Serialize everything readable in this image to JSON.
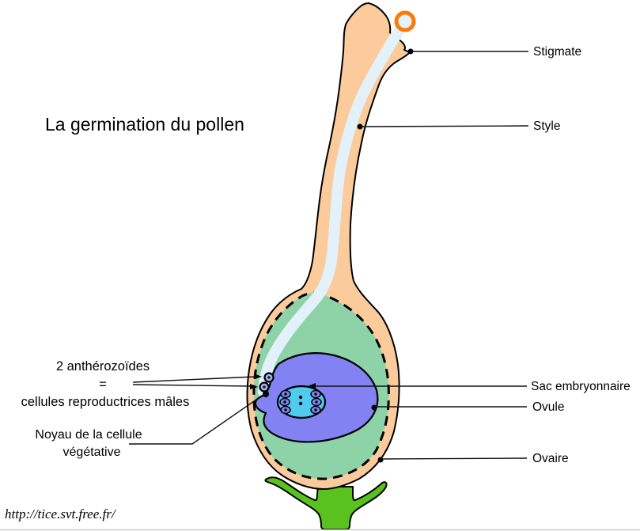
{
  "title": "La germination du pollen",
  "source_url": "http://tice.svt.free.fr/",
  "annotations": {
    "stigmate": "Stigmate",
    "style": "Style",
    "sac_embryonnaire": "Sac embryonnaire",
    "ovule": "Ovule",
    "ovaire": "Ovaire",
    "antherozoides_line1": "2 anthérozoïdes",
    "antherozoides_line2": "=",
    "antherozoides_line3": "cellules reproductrices mâles",
    "noyau_line1": "Noyau de la cellule",
    "noyau_line2": "végétative"
  },
  "colors": {
    "pistil_orange": "#fccb9c",
    "pollen_tube_blue": "#e3f1fa",
    "integument_green": "#8ed3a7",
    "ovule_purple": "#8282f2",
    "embryo_sac_cyan": "#4ecbee",
    "stem_green": "#5ac21e",
    "pollen_ring_orange": "#f97b08",
    "antherozoid_fill": "#a8b4ec",
    "red_label_color": "#ff0000",
    "outline_black": "#000000"
  }
}
